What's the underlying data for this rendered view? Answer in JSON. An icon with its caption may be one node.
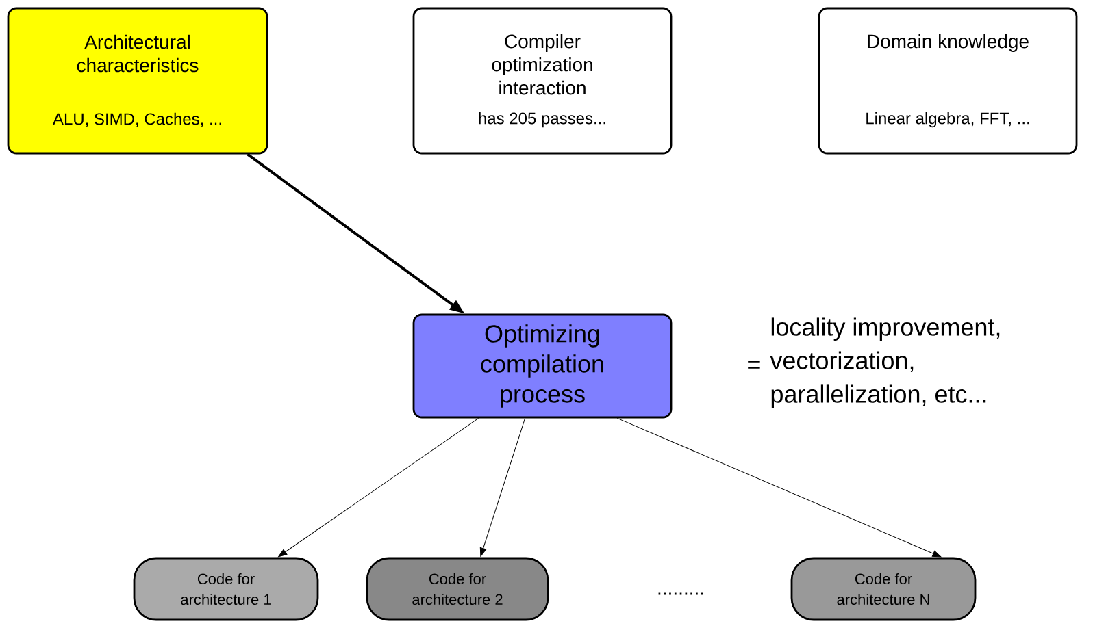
{
  "diagram": {
    "nodes": [
      {
        "text": [
          "Architectural characteristics",
          "ALU, SIMD, Caches, ..."
        ]
      },
      {
        "text": [
          "Compiler optimization interaction",
          "has 205 passes..."
        ]
      },
      {
        "text": [
          "Domain knowledge",
          "Linear algebra, FFT, ..."
        ]
      },
      {
        "text": [
          "Optimizing compilation process"
        ]
      },
      {
        "text": [
          "Code for architecture 1"
        ]
      },
      {
        "text": [
          "Code for architecture 2"
        ]
      },
      {
        "text": [
          "Code for architecture N"
        ]
      }
    ],
    "edges": [
      {
        "from": 0,
        "to": 3,
        "arrow": "to",
        "style": "thick"
      },
      {
        "from": 3,
        "to": 4,
        "arrow": "to"
      },
      {
        "from": 3,
        "to": 5,
        "arrow": "to"
      },
      {
        "from": 3,
        "to": 6,
        "arrow": "to"
      }
    ],
    "labels": [
      "=",
      "locality improvement, vectorization, parallelization, etc...",
      "........."
    ]
  }
}
